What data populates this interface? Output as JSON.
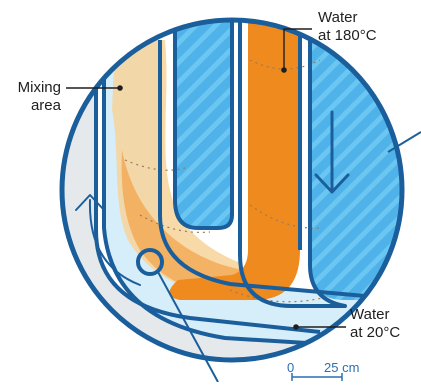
{
  "labels": {
    "water_hot": [
      "Water",
      "at 180°C"
    ],
    "water_cold": [
      "Water",
      "at 20°C"
    ],
    "mixing": [
      "Mixing",
      "area"
    ]
  },
  "scale": {
    "start": "0",
    "end": "25 cm"
  },
  "colors": {
    "outline": "#1b5e9c",
    "cold_water": "#4fb3ea",
    "hot_water": "#ef8a1f",
    "mixing_light": "#f7d39a",
    "background_grey": "#e9ecef"
  },
  "icons": {
    "flow_direction": "arrow-down-icon",
    "mixing_flow": "curved-arrow-up-icon",
    "detail_marker": "circle-marker-icon"
  }
}
